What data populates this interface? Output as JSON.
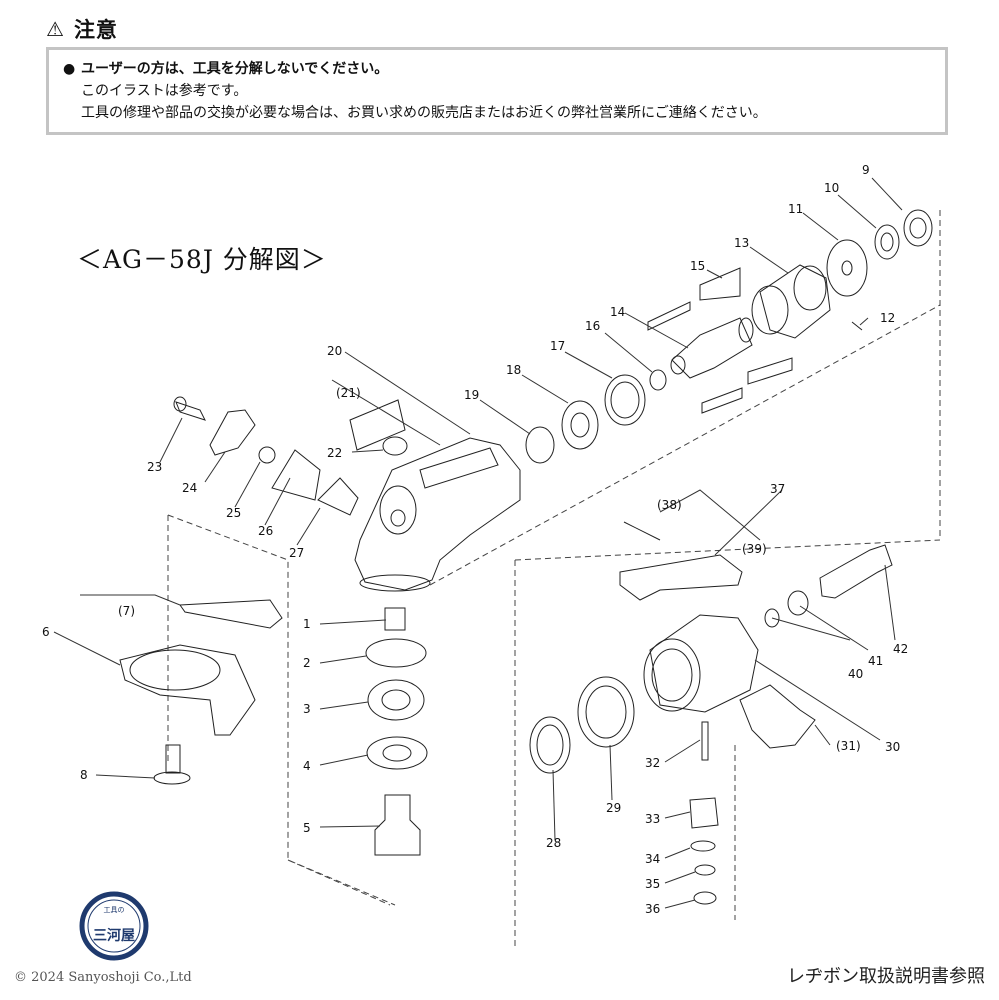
{
  "notice": {
    "warning_icon": "warning-triangle-icon",
    "title": "注意",
    "line1": "ユーザーの方は、工具を分解しないでください。",
    "line2": "このイラストは参考です。",
    "line3": "工具の修理や部品の交換が必要な場合は、お買い求めの販売店またはお近くの弊社営業所にご連絡ください。"
  },
  "diagram": {
    "title": "＜AG－58J 分解図＞",
    "part_labels": [
      "1",
      "2",
      "3",
      "4",
      "5",
      "6",
      "(7)",
      "8",
      "9",
      "10",
      "11",
      "12",
      "13",
      "14",
      "15",
      "16",
      "17",
      "18",
      "19",
      "20",
      "(21)",
      "22",
      "23",
      "24",
      "25",
      "26",
      "27",
      "28",
      "29",
      "30",
      "(31)",
      "32",
      "33",
      "34",
      "35",
      "36",
      "37",
      "(38)",
      "(39)",
      "40",
      "41",
      "42"
    ]
  },
  "seal": {
    "text_top": "工具の",
    "text_main": "三河屋"
  },
  "footer": {
    "copyright": "© 2024 Sanyoshoji Co.,Ltd",
    "reference": "レヂボン取扱説明書参照"
  }
}
